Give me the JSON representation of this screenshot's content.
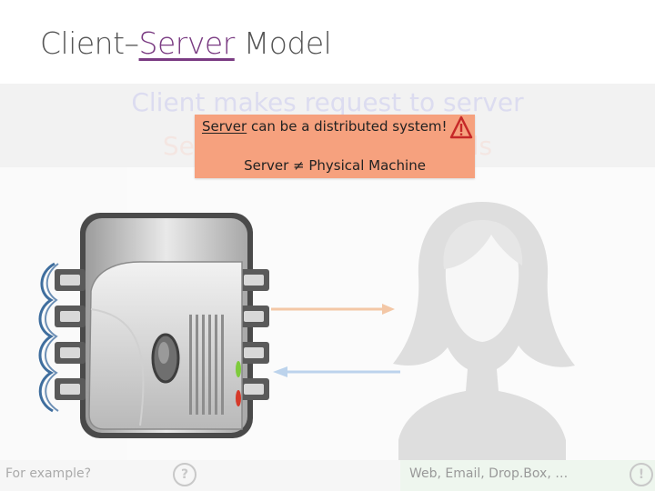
{
  "slide": {
    "title_prefix": "Client–",
    "title_highlight": "Server",
    "title_suffix": " Model",
    "faded_line_1": "Client makes request to server",
    "faded_line_2": "Server acks and responds"
  },
  "callout": {
    "line1_underlined": "Server",
    "line1_rest": " can be a distributed system!",
    "line2": "Server ≠ Physical Machine",
    "icon": "warning-triangle-icon"
  },
  "footer": {
    "question": "For example?",
    "question_icon": "question-circle-icon",
    "answer": "Web, Email, Drop.Box, …",
    "answer_icon": "exclamation-circle-icon"
  },
  "colors": {
    "title": "#555555",
    "highlight": "#7a3b82",
    "callout_bg": "#f6a17e",
    "arrow_request": "#f3c7a6",
    "arrow_response": "#bcd3ec"
  }
}
